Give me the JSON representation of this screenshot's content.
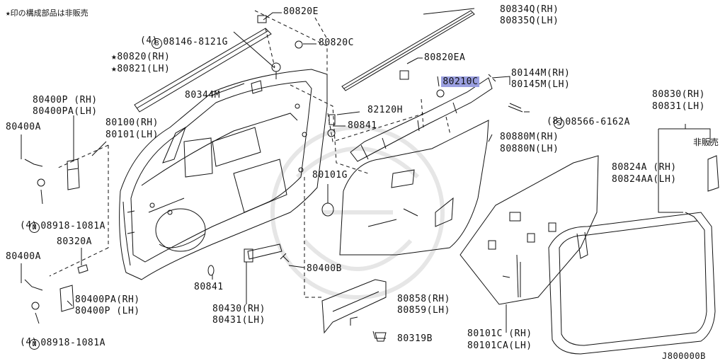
{
  "notice": "★印の構成部品は非販売",
  "not_for_sale": "非販売",
  "diagram_code": "J800000B",
  "highlighted_part": "80210C",
  "callouts": {
    "c80820E": "80820E",
    "c08146": {
      "symbol": "B",
      "number": "08146-8121G",
      "qty": "(4)"
    },
    "c80820C": "80820C",
    "c80820RH": "★80820(RH)",
    "c80821LH": "★80821(LH)",
    "c80344M": "80344M",
    "c80400P": [
      "80400P (RH)",
      "80400PA(LH)"
    ],
    "c80400A_top": "80400A",
    "c80100": [
      "80100(RH)",
      "80101(LH)"
    ],
    "c08918_top": {
      "symbol": "N",
      "number": "08918-1081A",
      "qty": "(4)"
    },
    "c80320A": "80320A",
    "c80400A_bottom": "80400A",
    "c80400PA": [
      "80400PA(RH)",
      "80400P (LH)"
    ],
    "c08918_bottom": {
      "symbol": "N",
      "number": "08918-1081A",
      "qty": "(4)"
    },
    "c80841_lower": "80841",
    "c80430": [
      "80430(RH)",
      "80431(LH)"
    ],
    "c80400B": "80400B",
    "c80101G": "80101G",
    "c80841_upper": "80841",
    "c82120H": "82120H",
    "c80834Q": [
      "80834Q(RH)",
      "80835Q(LH)"
    ],
    "c80820EA": "80820EA",
    "c80210C": "80210C",
    "c80144M": [
      "80144M(RH)",
      "80145M(LH)"
    ],
    "c08566": {
      "symbol": "S",
      "number": "08566-6162A",
      "qty": "(8)"
    },
    "c80880M": [
      "80880M(RH)",
      "80880N(LH)"
    ],
    "c80858": [
      "80858(RH)",
      "80859(LH)"
    ],
    "c80319B": "80319B",
    "c80101C": [
      "80101C (RH)",
      "80101CA(LH)"
    ],
    "c80830": [
      "80830(RH)",
      "80831(LH)"
    ],
    "c80824A": [
      "80824A (RH)",
      "80824AA(LH)"
    ]
  }
}
